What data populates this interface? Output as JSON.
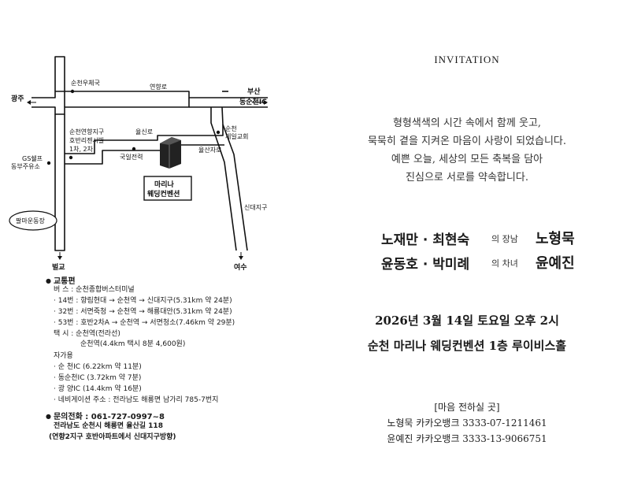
{
  "map": {
    "labels": {
      "suncheon_post": "순천우체국",
      "yeonhyang_ro": "연향로",
      "gwangju": "광주",
      "busan": "부산",
      "dong_suncheon_ic": "동순천IC",
      "district_line1": "순천연향지구",
      "district_line2": "호반리젠시빌",
      "district_line3": "1차, 2차",
      "ulsin_ro": "율신로",
      "church_line1": "순천",
      "church_line2": "제일교회",
      "ulsan_intersection": "율산자로",
      "gs_line1": "GS쉘프",
      "gs_line2": "동부주유소",
      "kepco": "국일전력",
      "venue_line1": "마리나",
      "venue_line2": "웨딩컨벤션",
      "sindae": "신대지구",
      "palma": "팔마운동장",
      "beolgyo": "벌교",
      "yeosu": "여수"
    }
  },
  "transport": {
    "title": "교통편",
    "bus_header": "버    스 : 순천종합버스터미널",
    "bus_routes": [
      "· 14번 : 향림현대 → 순천역 → 신대지구(5.31km 약 24분)",
      "· 32번 : 서면죽청 → 순천역 → 해룡대안(5.31km 약 24분)",
      "· 53번 : 호반2차A → 순천역 → 서면청소(7.46km 약 29분)"
    ],
    "taxi_line1": "택    시 : 순천역(전라선)",
    "taxi_line2": "순천역(4.4km 택시 8분 4,600원)",
    "car_header": "자가용",
    "car_routes": [
      "· 순    천IC (6.22km 약 11분)",
      "· 동순천IC (3.72km 약 7분)",
      "· 광    양IC (14.4km 약 16분)",
      "· 네비게이션 주소 : 전라남도 해룡면 남가리 785-7번지"
    ]
  },
  "contact": {
    "title": "문의전화 : 061-727-0997~8",
    "address": "전라남도 순천시 해룡면 율산길 118",
    "note": "(연향2지구 호반아파트에서 신대지구방향)"
  },
  "invitation": {
    "heading": "INVITATION",
    "message": [
      "형형색색의 시간 속에서 함께 웃고,",
      "묵묵히 곁을 지켜온 마음이 사랑이 되었습니다.",
      "예쁜 오늘, 세상의 모든 축복을 담아",
      "진심으로 서로를 약속합니다."
    ],
    "groom_family": {
      "parents": "노재만 · 최현숙",
      "relation": "의  장남",
      "name": "노형묵"
    },
    "bride_family": {
      "parents": "윤동호 · 박미례",
      "relation": "의  차녀",
      "name": "윤예진"
    },
    "date": "2026년 3월 14일 토요일 오후 2시",
    "venue": "순천 마리나 웨딩컨벤션 1층 루이비스홀",
    "gift_title": "[마음 전하실 곳]",
    "accounts": [
      "노형묵 카카오뱅크 3333-07-1211461",
      "윤예진 카카오뱅크 3333-13-9066751"
    ]
  }
}
